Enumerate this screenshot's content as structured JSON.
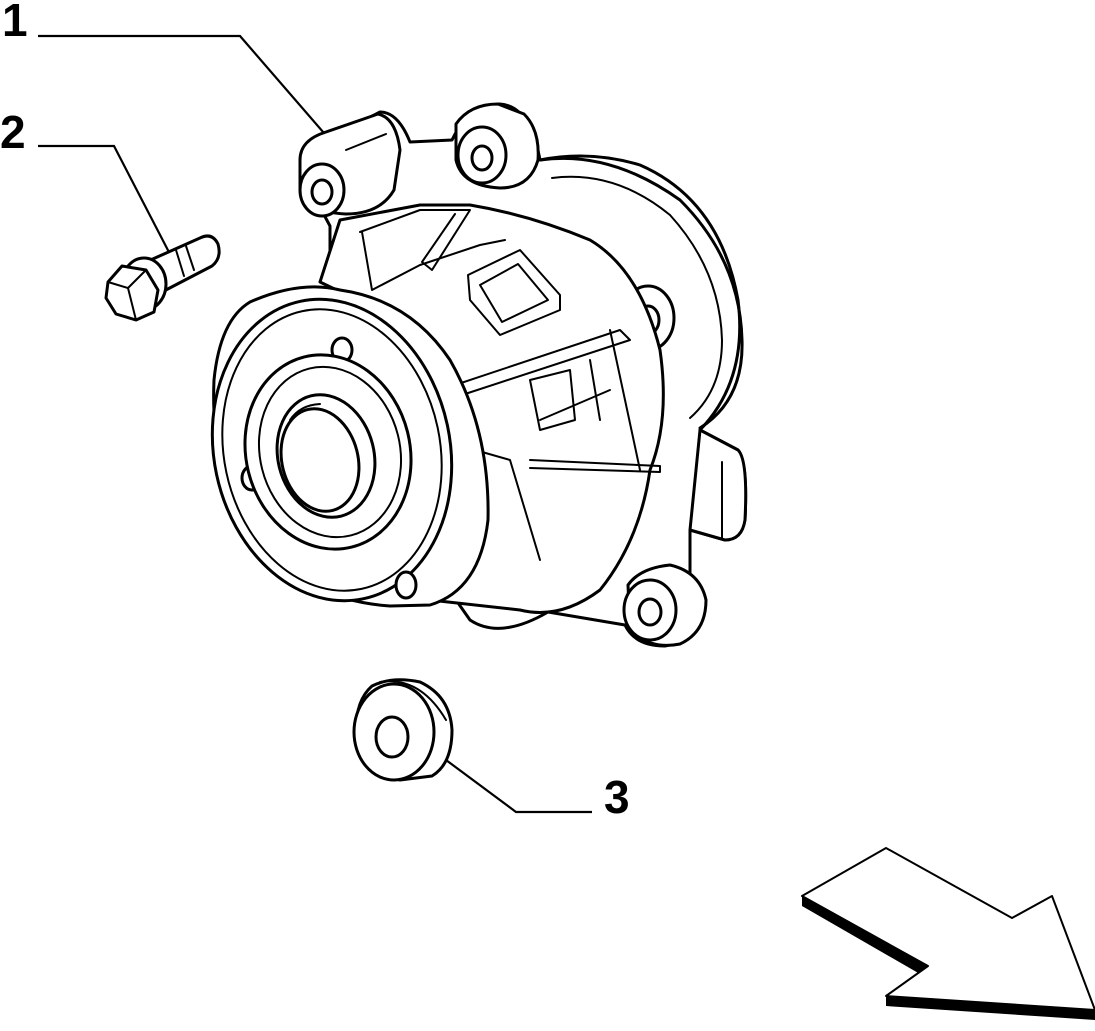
{
  "callouts": [
    {
      "id": "1",
      "label": "1",
      "part": "water-pump"
    },
    {
      "id": "2",
      "label": "2",
      "part": "flange-bolt"
    },
    {
      "id": "3",
      "label": "3",
      "part": "seal-plug"
    }
  ],
  "colors": {
    "line": "#000000",
    "background": "#ffffff"
  },
  "icons": {
    "direction_indicator": "direction-arrow-icon"
  }
}
